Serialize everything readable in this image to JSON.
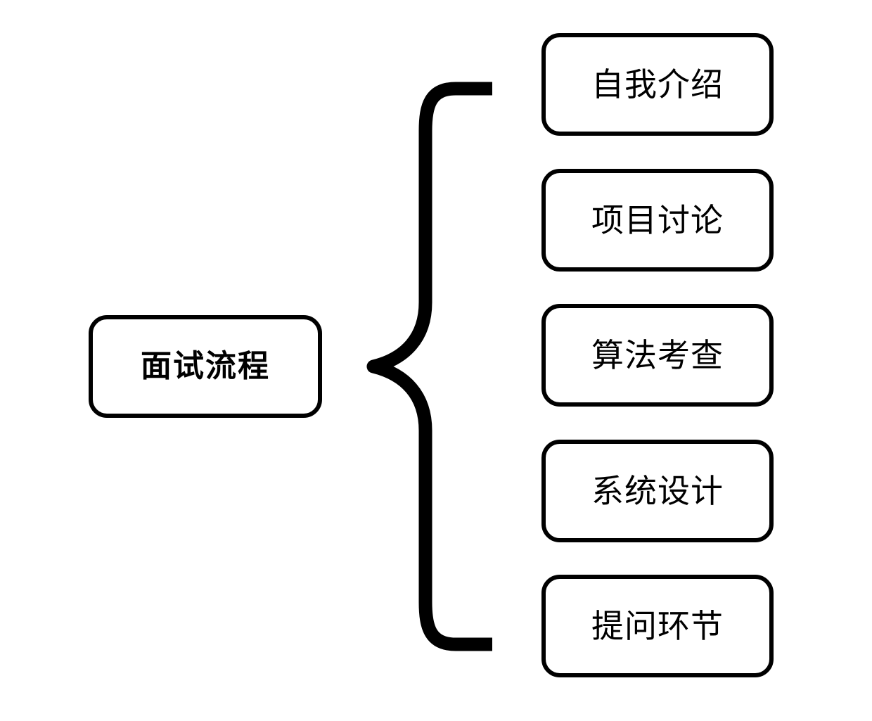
{
  "diagram": {
    "type": "bracket-mindmap",
    "orientation": "left-to-right",
    "background_color": "#ffffff",
    "stroke_color": "#000000",
    "root": {
      "label": "面试流程"
    },
    "connector": {
      "kind": "curly-brace-icon",
      "name": "curly-brace"
    },
    "children": [
      {
        "label": "自我介绍"
      },
      {
        "label": "项目讨论"
      },
      {
        "label": "算法考查"
      },
      {
        "label": "系统设计"
      },
      {
        "label": "提问环节"
      }
    ]
  }
}
